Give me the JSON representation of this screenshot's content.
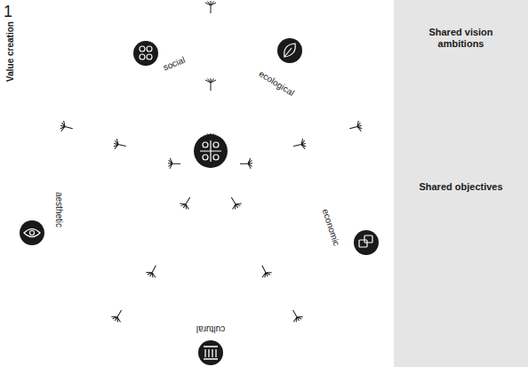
{
  "diagram": {
    "nodes": [
      {
        "text": [
          "Shared vision ambitions",
          "Shared objectives"
        ]
      }
    ],
    "labels": [
      "1",
      "Value creation",
      "social",
      "ecological",
      "aesthetic",
      "economic",
      "cultural"
    ]
  }
}
